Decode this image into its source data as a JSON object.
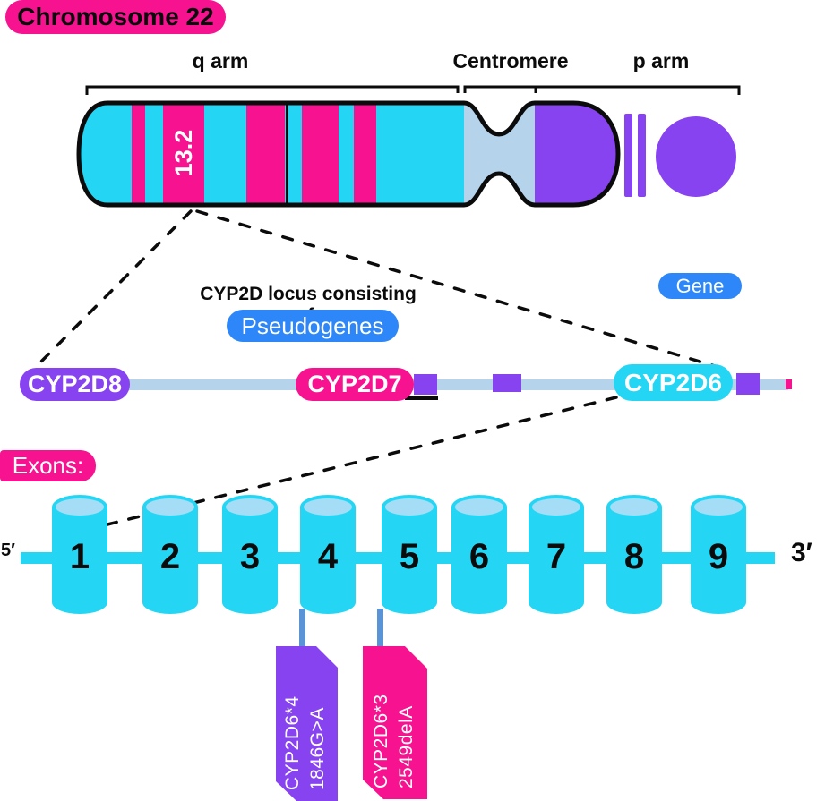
{
  "colors": {
    "pink": "#F7128F",
    "cyan": "#25D6F4",
    "purple": "#8743F0",
    "blue": "#2E87F8",
    "lightblue": "#B6D3EC",
    "cyltop": "#A5DDF6",
    "stem": "#5B94D6",
    "ink": "#0B0B0C"
  },
  "header": {
    "title": "Chromosome 22"
  },
  "chromosome": {
    "q_arm_label": "q arm",
    "centromere_label": "Centromere",
    "p_arm_label": "p arm",
    "band_label": "13.2"
  },
  "locus": {
    "heading": "CYP2D locus consisting of:",
    "pseudogenes_badge": "Pseudogenes",
    "gene_badge": "Gene",
    "pseudogene1": "CYP2D8",
    "pseudogene2": "CYP2D7",
    "gene": "CYP2D6"
  },
  "exons": {
    "heading": "Exons:",
    "five_prime": "5′",
    "three_prime": "3′",
    "numbers": [
      "1",
      "2",
      "3",
      "4",
      "5",
      "6",
      "7",
      "8",
      "9"
    ]
  },
  "variants": [
    {
      "allele": "CYP2D6*4",
      "change": "1846G>A"
    },
    {
      "allele": "CYP2D6*3",
      "change": "2549delA"
    }
  ]
}
